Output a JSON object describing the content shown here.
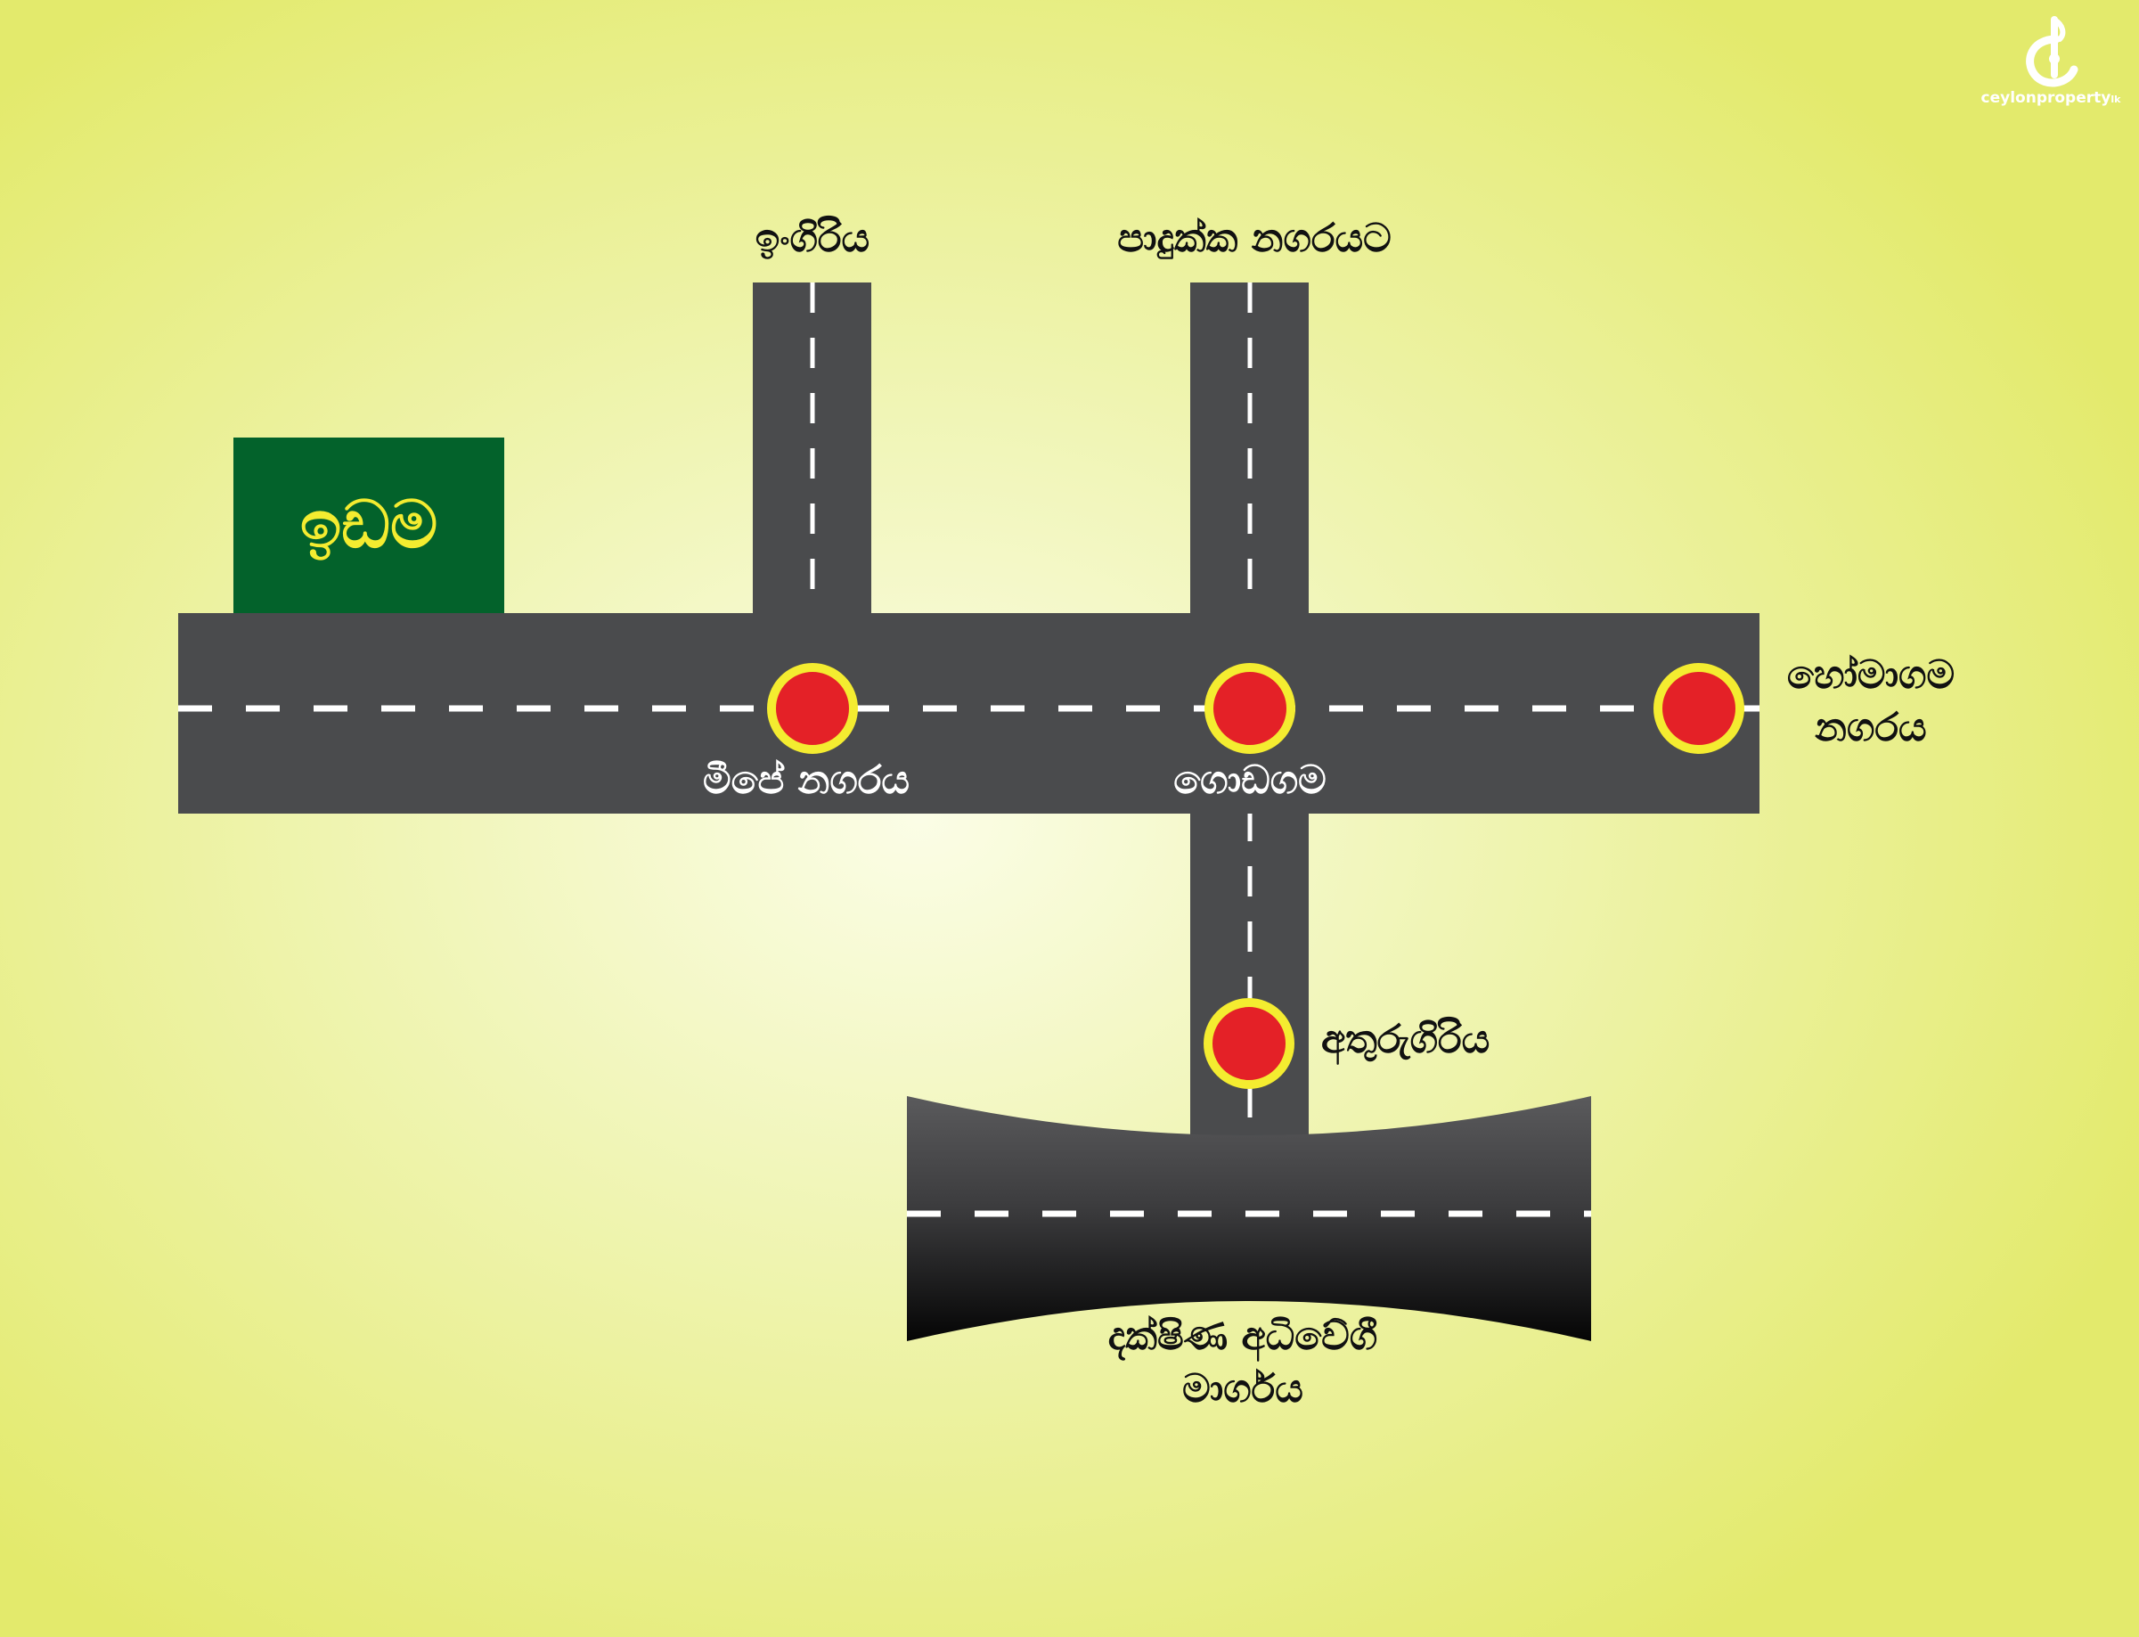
{
  "plot": {
    "label": "ඉඩම",
    "color": "#03622b",
    "text_color": "#f4ec30"
  },
  "roads": {
    "to_ingiriya": "ඉංගිරිය",
    "to_padukka": "පාදුක්ක නගරයට",
    "expressway": [
      "දක්ෂිණ අධිවේගී",
      "මාර්ගය"
    ]
  },
  "stops": {
    "meepe": "මීපේ නගරය",
    "godagama": "ගොඩගම",
    "homagama": [
      "හෝමාගම",
      "නගරය"
    ],
    "athurugiriya": "අතුරුගිරිය"
  },
  "brand": {
    "name": "ceylonproperty",
    "suffix": "lk"
  },
  "colors": {
    "road": "#4a4b4d",
    "marker_fill": "#e42127",
    "marker_ring": "#f4ec30",
    "lane_line": "#ffffff"
  }
}
